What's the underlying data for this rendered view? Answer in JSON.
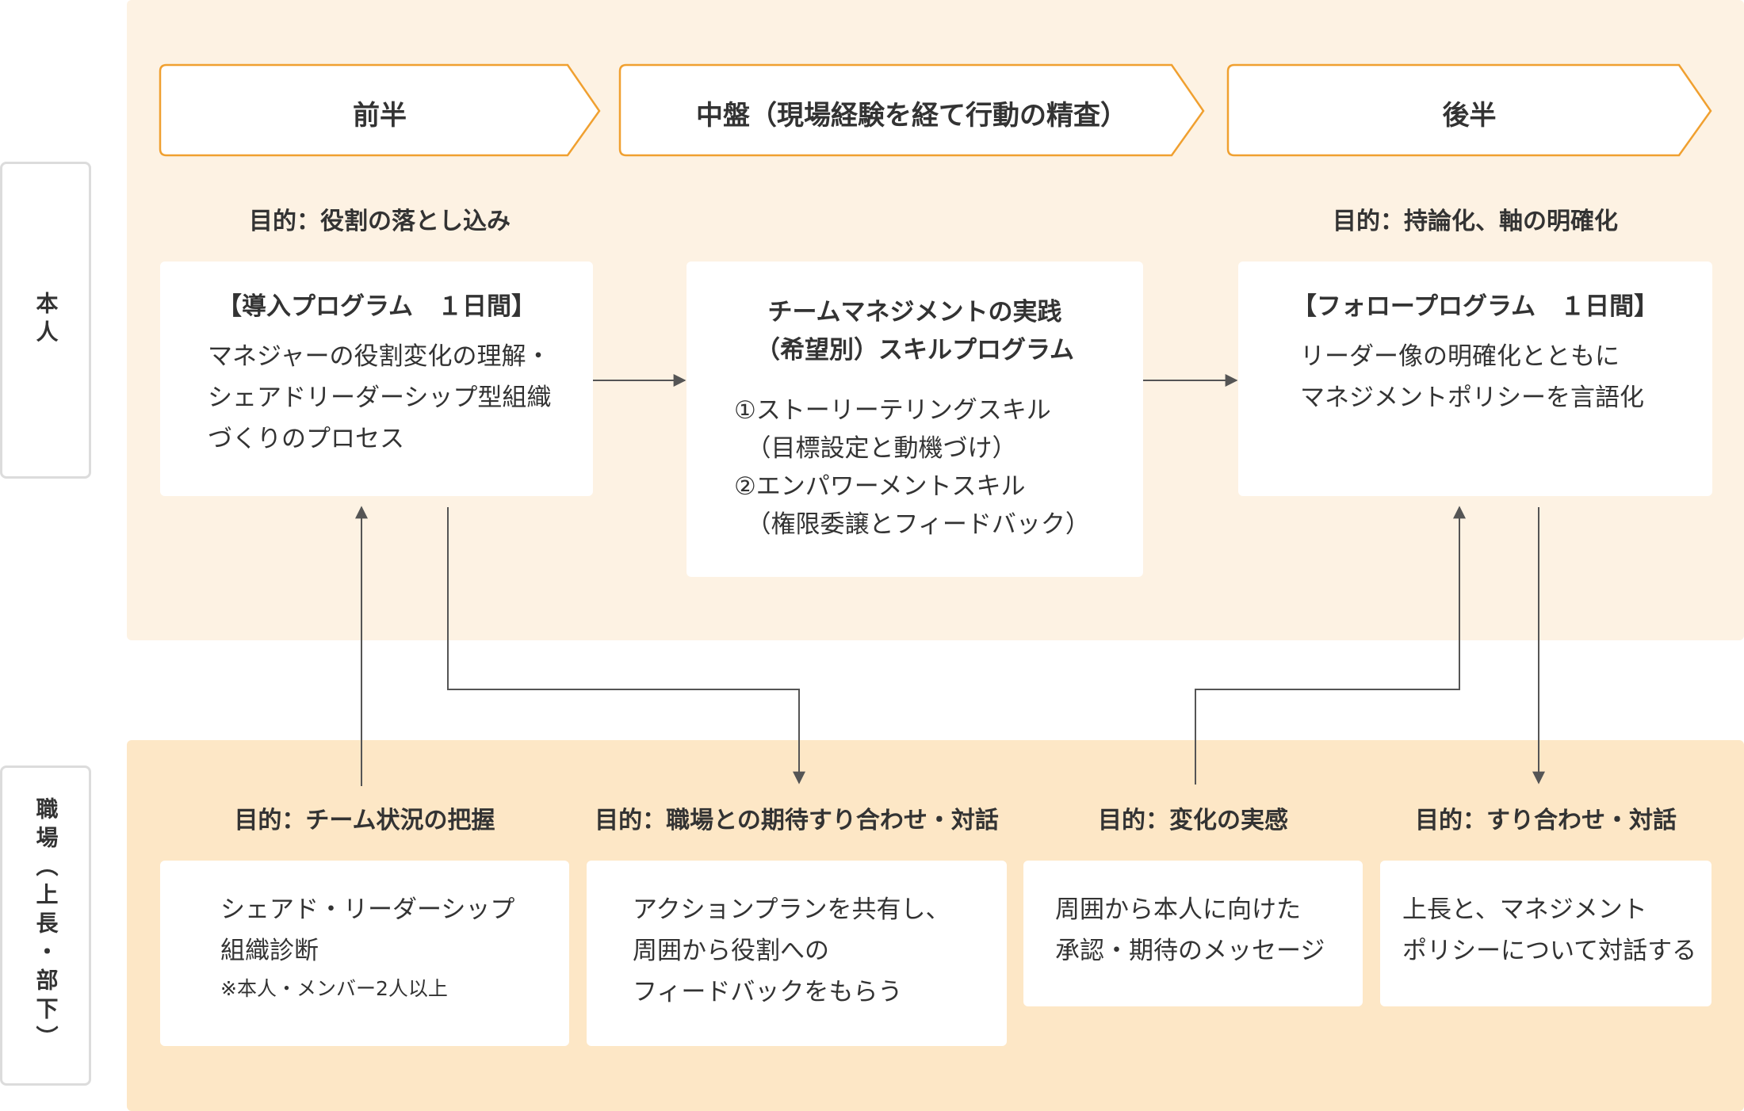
{
  "labels": {
    "self": "本人",
    "workplace": "職場（上長・部下）"
  },
  "phases": [
    "前半",
    "中盤（現場経験を経て行動の精査）",
    "後半"
  ],
  "self_purposes": {
    "first": "目的：役割の落とし込み",
    "last": "目的：持論化、軸の明確化"
  },
  "self_cards": {
    "intro": {
      "title": "【導入プログラム　１日間】",
      "text": "マネジャーの役割変化の理解・\nシェアドリーダーシップ型組織\nづくりのプロセス"
    },
    "middle": {
      "title": "チームマネジメントの実践\n（希望別）スキルプログラム",
      "text": "①ストーリーテリングスキル\n　（目標設定と動機づけ）\n②エンパワーメントスキル\n　（権限委譲とフィードバック）"
    },
    "follow": {
      "title": "【フォロープログラム　１日間】",
      "text": "リーダー像の明確化とともに\nマネジメントポリシーを言語化"
    }
  },
  "workplace_purposes": [
    "目的：チーム状況の把握",
    "目的：職場との期待すり合わせ・対話",
    "目的：変化の実感",
    "目的：すり合わせ・対話"
  ],
  "workplace_cards": [
    {
      "text": "シェアド・リーダーシップ\n組織診断",
      "note": "※本人・メンバー2人以上"
    },
    {
      "text": "アクションプランを共有し、\n周囲から役割への\nフィードバックをもらう",
      "note": ""
    },
    {
      "text": "周囲から本人に向けた\n承認・期待のメッセージ",
      "note": ""
    },
    {
      "text": "上長と、マネジメント\nポリシーについて対話する",
      "note": ""
    }
  ],
  "colors": {
    "accent": "#f0a030",
    "band_top": "#fdf2e3",
    "band_bottom": "#fde7c6",
    "arrow": "#555555"
  }
}
